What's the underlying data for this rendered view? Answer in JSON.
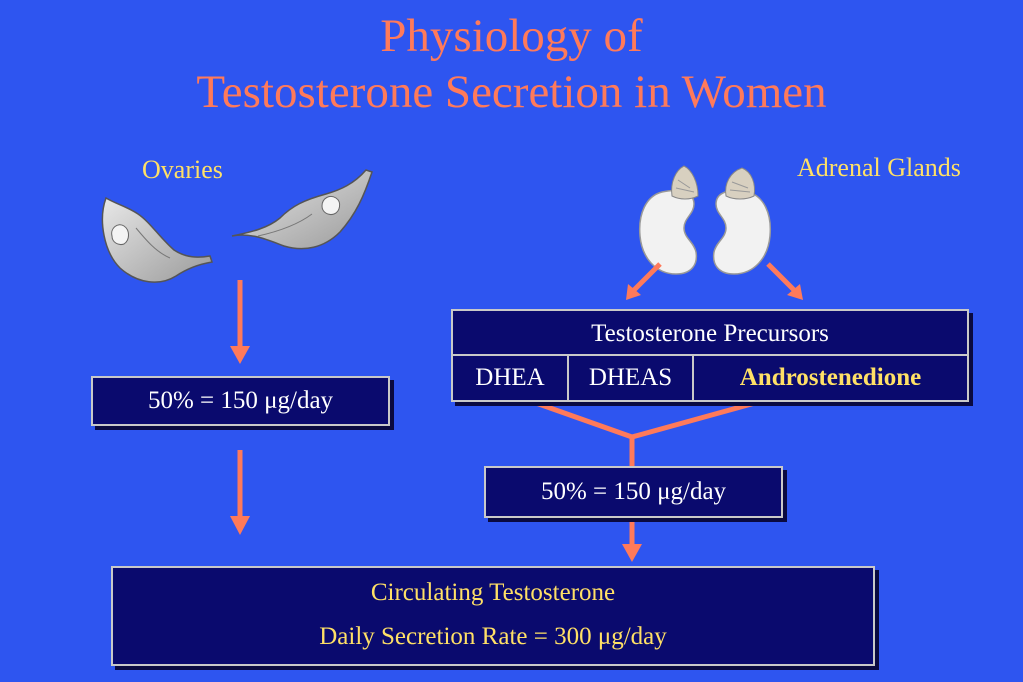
{
  "title": {
    "line1": "Physiology of",
    "line2": "Testosterone Secretion in Women"
  },
  "left": {
    "source_label": "Ovaries",
    "contribution": "50% = 150 μg/day"
  },
  "right": {
    "source_label": "Adrenal Glands",
    "precursors_header": "Testosterone Precursors",
    "precursors": [
      "DHEA",
      "DHEAS",
      "Androstenedione"
    ],
    "contribution": "50% = 150 μg/day"
  },
  "result": {
    "line1": "Circulating Testosterone",
    "line2": "Daily Secretion Rate = 300 μg/day"
  },
  "colors": {
    "background": "#2e55f0",
    "title": "#ff7a5a",
    "arrow": "#ff7a5a",
    "label": "#ffe066",
    "box_fill": "#0a0a6e"
  }
}
